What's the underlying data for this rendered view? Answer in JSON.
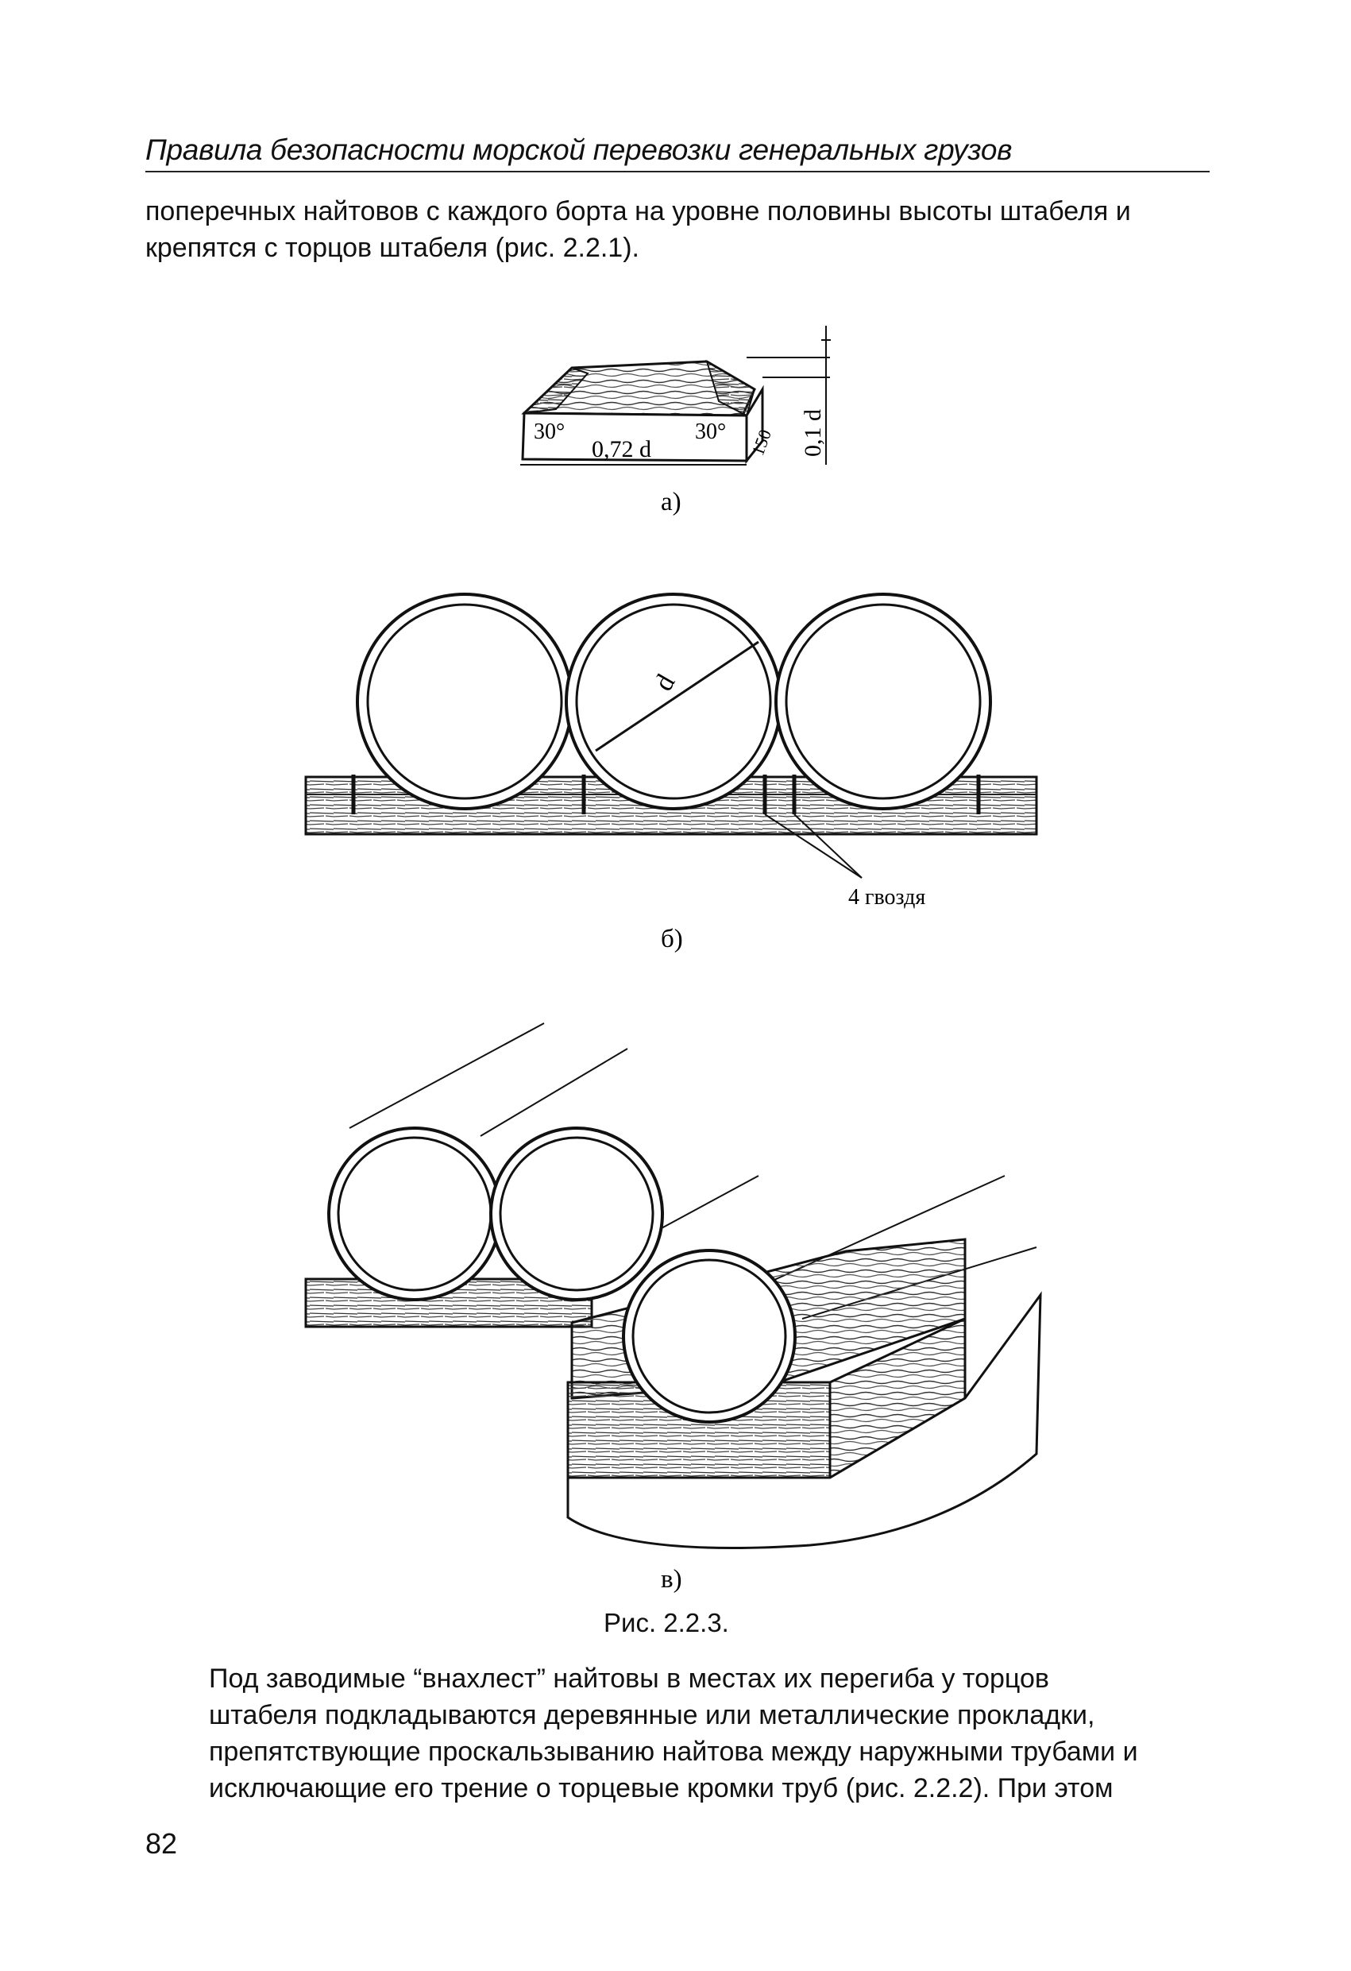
{
  "header": {
    "title": "Правила безопасности морской перевозки генеральных грузов"
  },
  "intro": {
    "lines": [
      "поперечных найтовов с каждого борта на уровне половины высоты штабеля и",
      "крепятся с торцов штабеля (рис. 2.2.1)."
    ]
  },
  "figure": {
    "a": {
      "label": "а)",
      "angle_left": "30°",
      "angle_right": "30°",
      "width_dim": "0,72 d",
      "side_dim": "150",
      "height_dim": "0,1 d"
    },
    "b": {
      "label": "б)",
      "diameter": "d",
      "nails": "4 гвоздя"
    },
    "v": {
      "label": "в)"
    },
    "caption": "Рис. 2.2.3."
  },
  "body": {
    "lines": [
      "Под заводимые “внахлест” найтовы в местах их перегиба у торцов",
      "штабеля подкладываются деревянные или металлические прокладки,",
      "препятствующие проскальзыванию найтова между наружными трубами и",
      "исключающие его трение о торцевые кромки труб (рис. 2.2.2). При этом"
    ]
  },
  "page_number": "82"
}
